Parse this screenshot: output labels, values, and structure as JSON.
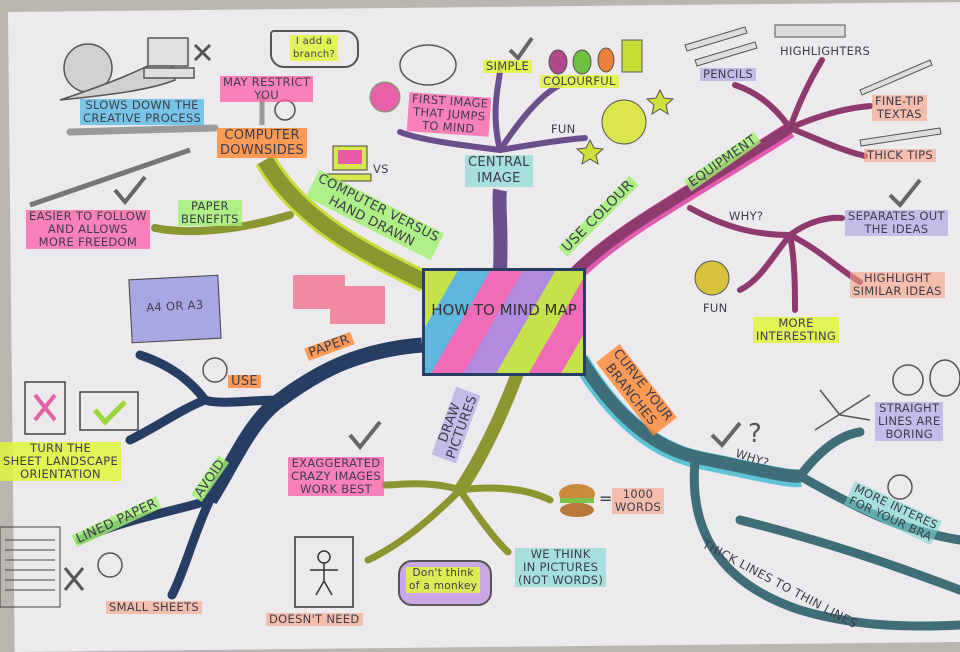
{
  "title": "HOW TO\nMIND MAP",
  "labels": {
    "add_branch": "I add a\nbranch?",
    "may_restrict": "MAY RESTRICT\nYOU",
    "slows_down": "SLOWS DOWN THE\nCREATIVE PROCESS",
    "computer_downsides": "COMPUTER\nDOWNSIDES",
    "paper_benefits": "PAPER\nBENEFITS",
    "easier": "EASIER TO FOLLOW\nAND ALLOWS\nMORE FREEDOM",
    "computer_vs": "COMPUTER VERSUS\nHAND DRAWN",
    "vs": "VS",
    "first_image": "FIRST IMAGE\nTHAT JUMPS\nTO MIND",
    "simple": "SIMPLE",
    "colourful": "COLOURFUL",
    "fun_top": "FUN",
    "central_image": "CENTRAL\nIMAGE",
    "pencils": "PENCILS",
    "highlighters": "HIGHLIGHTERS",
    "fine_tip": "FINE-TIP\nTEXTAS",
    "thick_tips": "THICK TIPS",
    "equipment": "EQUIPMENT",
    "use_colour": "USE COLOUR",
    "why_colour": "WHY?",
    "separates": "SEPARATES OUT\nTHE IDEAS",
    "highlight_similar": "HIGHLIGHT\nSIMILAR IDEAS",
    "fun_right": "FUN",
    "more_interesting": "MORE\nINTERESTING",
    "paper": "PAPER",
    "use": "USE",
    "a4": "A4 OR A3",
    "turn_sheet": "TURN THE\nSHEET LANDSCAPE\nORIENTATION",
    "avoid": "AVOID",
    "lined_paper": "LINED PAPER",
    "small_sheets": "SMALL SHEETS",
    "exaggerated": "EXAGGERATED\nCRAZY IMAGES\nWORK BEST",
    "draw_pictures": "DRAW\nPICTURES",
    "equals": "=",
    "thousand_words": "1000\nWORDS",
    "we_think": "WE THINK\nIN PICTURES\n(NOT WORDS)",
    "monkey": "Don't think\nof a monkey",
    "doesnt_need": "DOESN'T NEED",
    "curve": "CURVE YOUR\nBRANCHES",
    "why_curve": "WHY?",
    "straight": "STRAIGHT\nLINES ARE\nBORING",
    "more_interes": "MORE INTERES\nFOR YOUR BRA",
    "thick_thin": "THICK LINES TO THIN LINES"
  },
  "colors": {
    "purple": "#6b4f8c",
    "olive": "#9aa52e",
    "navy": "#263e63",
    "teal": "#3f6d78",
    "magenta": "#8e3a6e",
    "gray": "#8c8c8c"
  }
}
